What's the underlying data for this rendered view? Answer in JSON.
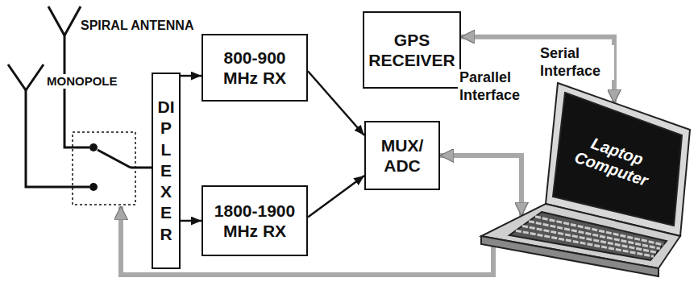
{
  "diagram": {
    "nodes": [
      {
        "text": [
          "DIPLEXER"
        ]
      },
      {
        "text": [
          "800-900 MHz RX"
        ]
      },
      {
        "text": [
          "1800-1900 MHz RX"
        ]
      },
      {
        "text": [
          "MUX/ ADC"
        ]
      },
      {
        "text": [
          "GPS RECEIVER"
        ]
      },
      {
        "text": [
          "Laptop Computer"
        ]
      }
    ],
    "edges": [
      {
        "from": 0,
        "to": 1,
        "arrow": "to"
      },
      {
        "from": 0,
        "to": 2,
        "arrow": "to"
      },
      {
        "from": 1,
        "to": 3,
        "arrow": "to"
      },
      {
        "from": 2,
        "to": 3,
        "arrow": "to"
      },
      {
        "from": 4,
        "to": 5,
        "label": "Serial Interface",
        "arrow": "both"
      },
      {
        "from": 3,
        "to": 5,
        "label": "Parallel Interface",
        "arrow": "both"
      }
    ],
    "labels": [
      "SPIRAL ANTENNA",
      "MONOPOLE"
    ]
  }
}
